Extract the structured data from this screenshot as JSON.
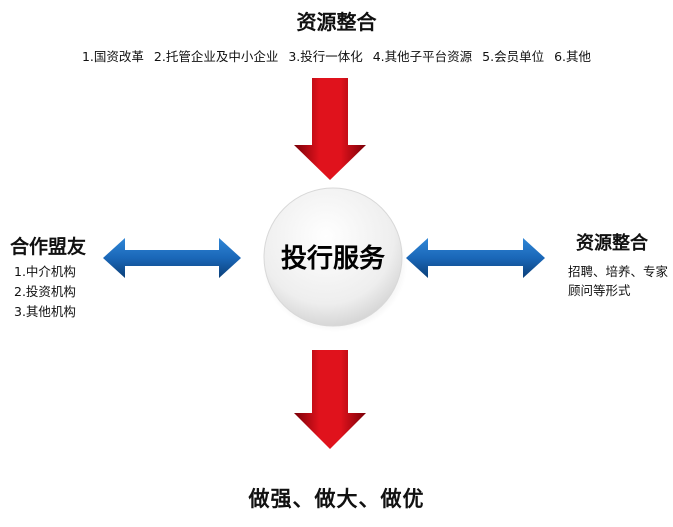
{
  "top": {
    "title": "资源整合",
    "items": [
      "1.国资改革",
      "2.托管企业及中小企业",
      "3.投行一体化",
      "4.其他子平台资源",
      "5.会员单位",
      "6.其他"
    ]
  },
  "center": {
    "label": "投行服务"
  },
  "left": {
    "title": "合作盟友",
    "items": [
      "1.中介机构",
      "2.投资机构",
      "3.其他机构"
    ]
  },
  "right": {
    "title": "资源整合",
    "desc": "招聘、培养、专家顾问等形式"
  },
  "bottom": {
    "title": "做强、做大、做优"
  },
  "colors": {
    "down_arrow": "#c8000f",
    "side_arrow": "#1f6cc0",
    "circle": "#f2f2f2"
  }
}
